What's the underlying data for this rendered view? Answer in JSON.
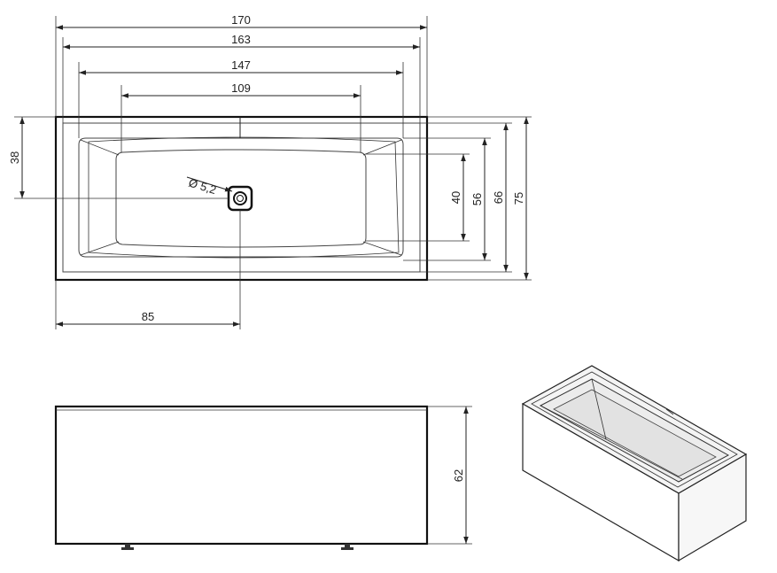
{
  "top_view": {
    "dimensions": {
      "overall_width": "170",
      "rim_width": "163",
      "basin_width": "147",
      "bottom_width": "109",
      "drain_offset_x": "85",
      "drain_offset_y": "38",
      "bottom_depth": "40",
      "basin_depth": "56",
      "rim_depth": "66",
      "overall_depth": "75",
      "drain_diameter": "Ø 5,2"
    }
  },
  "front_view": {
    "dimensions": {
      "height": "62"
    }
  },
  "colors": {
    "line": "#222222",
    "background": "#ffffff",
    "shading": "#f2f2f2"
  }
}
